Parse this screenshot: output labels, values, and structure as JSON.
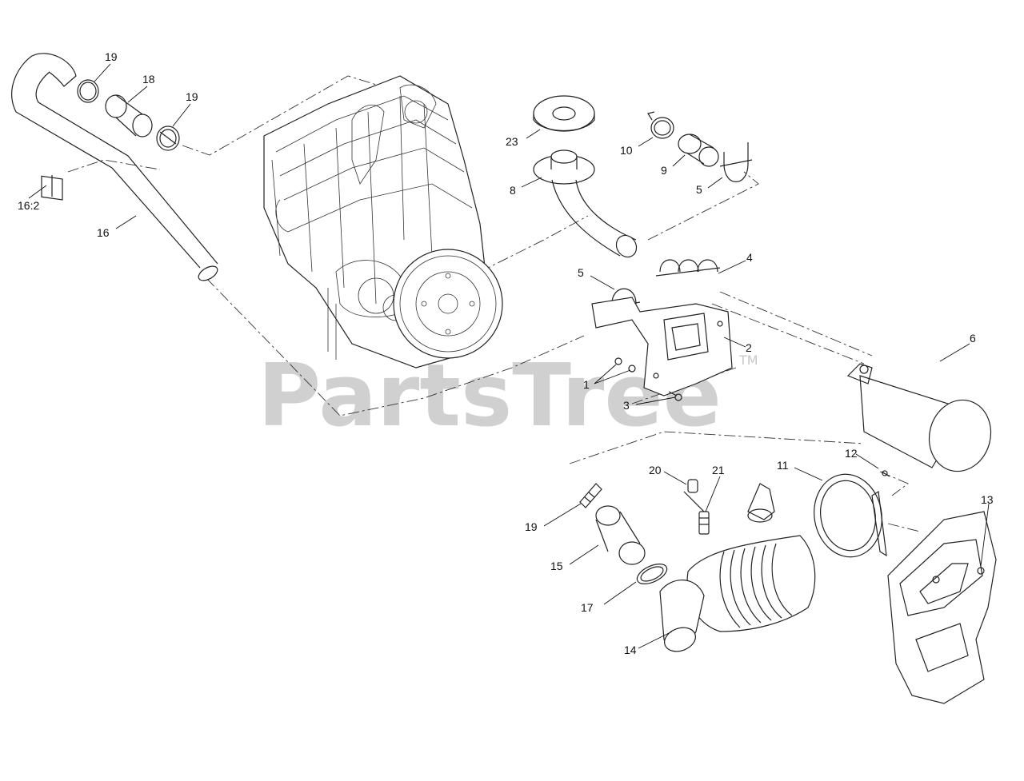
{
  "watermark": {
    "text": "PartsTree",
    "trademark": "TM"
  },
  "callouts": [
    {
      "id": "c19a",
      "label": "19"
    },
    {
      "id": "c18",
      "label": "18"
    },
    {
      "id": "c19b",
      "label": "19"
    },
    {
      "id": "c16_2",
      "label": "16:2"
    },
    {
      "id": "c16",
      "label": "16"
    },
    {
      "id": "c23",
      "label": "23"
    },
    {
      "id": "c8",
      "label": "8"
    },
    {
      "id": "c10",
      "label": "10"
    },
    {
      "id": "c9",
      "label": "9"
    },
    {
      "id": "c5a",
      "label": "5"
    },
    {
      "id": "c4",
      "label": "4"
    },
    {
      "id": "c5b",
      "label": "5"
    },
    {
      "id": "c2",
      "label": "2"
    },
    {
      "id": "c6",
      "label": "6"
    },
    {
      "id": "c1",
      "label": "1"
    },
    {
      "id": "c3",
      "label": "3"
    },
    {
      "id": "c20",
      "label": "20"
    },
    {
      "id": "c21",
      "label": "21"
    },
    {
      "id": "c11",
      "label": "11"
    },
    {
      "id": "c12",
      "label": "12"
    },
    {
      "id": "c13",
      "label": "13"
    },
    {
      "id": "c19c",
      "label": "19"
    },
    {
      "id": "c15",
      "label": "15"
    },
    {
      "id": "c17",
      "label": "17"
    },
    {
      "id": "c14",
      "label": "14"
    }
  ]
}
